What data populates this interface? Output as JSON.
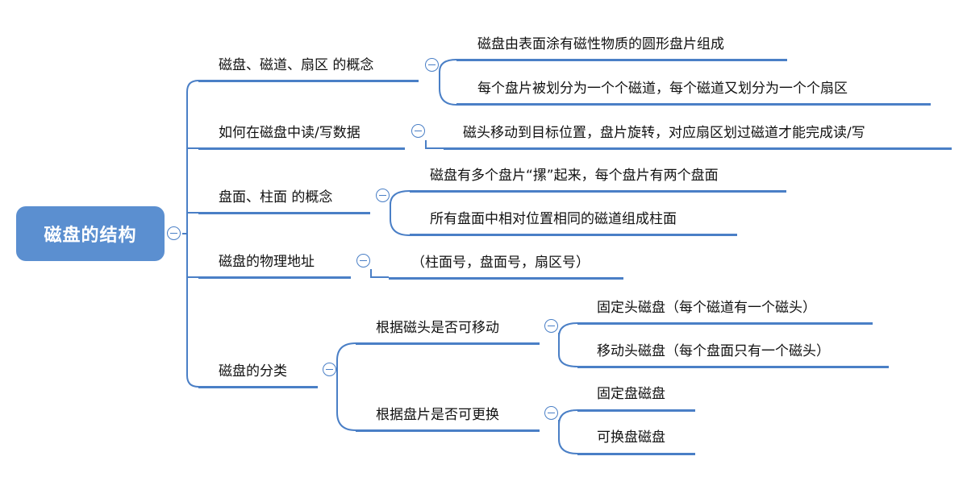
{
  "root": {
    "label": "磁盘的结构"
  },
  "branches": [
    {
      "label": "磁盘、磁道、扇区 的概念",
      "children": [
        {
          "label": "磁盘由表面涂有磁性物质的圆形盘片组成"
        },
        {
          "label": "每个盘片被划分为一个个磁道，每个磁道又划分为一个个扇区"
        }
      ]
    },
    {
      "label": "如何在磁盘中读/写数据",
      "children": [
        {
          "label": "磁头移动到目标位置，盘片旋转，对应扇区划过磁道才能完成读/写"
        }
      ]
    },
    {
      "label": "盘面、柱面 的概念",
      "children": [
        {
          "label": "磁盘有多个盘片“摞”起来，每个盘片有两个盘面"
        },
        {
          "label": "所有盘面中相对位置相同的磁道组成柱面"
        }
      ]
    },
    {
      "label": "磁盘的物理地址",
      "children": [
        {
          "label": "（柱面号，盘面号，扇区号）"
        }
      ]
    },
    {
      "label": "磁盘的分类",
      "children": [
        {
          "label": "根据磁头是否可移动",
          "children": [
            {
              "label": "固定头磁盘（每个磁道有一个磁头）"
            },
            {
              "label": "移动头磁盘（每个盘面只有一个磁头）"
            }
          ]
        },
        {
          "label": "根据盘片是否可更换",
          "children": [
            {
              "label": "固定盘磁盘"
            },
            {
              "label": "可换盘磁盘"
            }
          ]
        }
      ]
    }
  ],
  "colors": {
    "root_fill": "#5b8fd0",
    "line": "#4a7fc6",
    "text": "#111111"
  },
  "icons": {
    "toggle": "collapse-minus-icon"
  }
}
